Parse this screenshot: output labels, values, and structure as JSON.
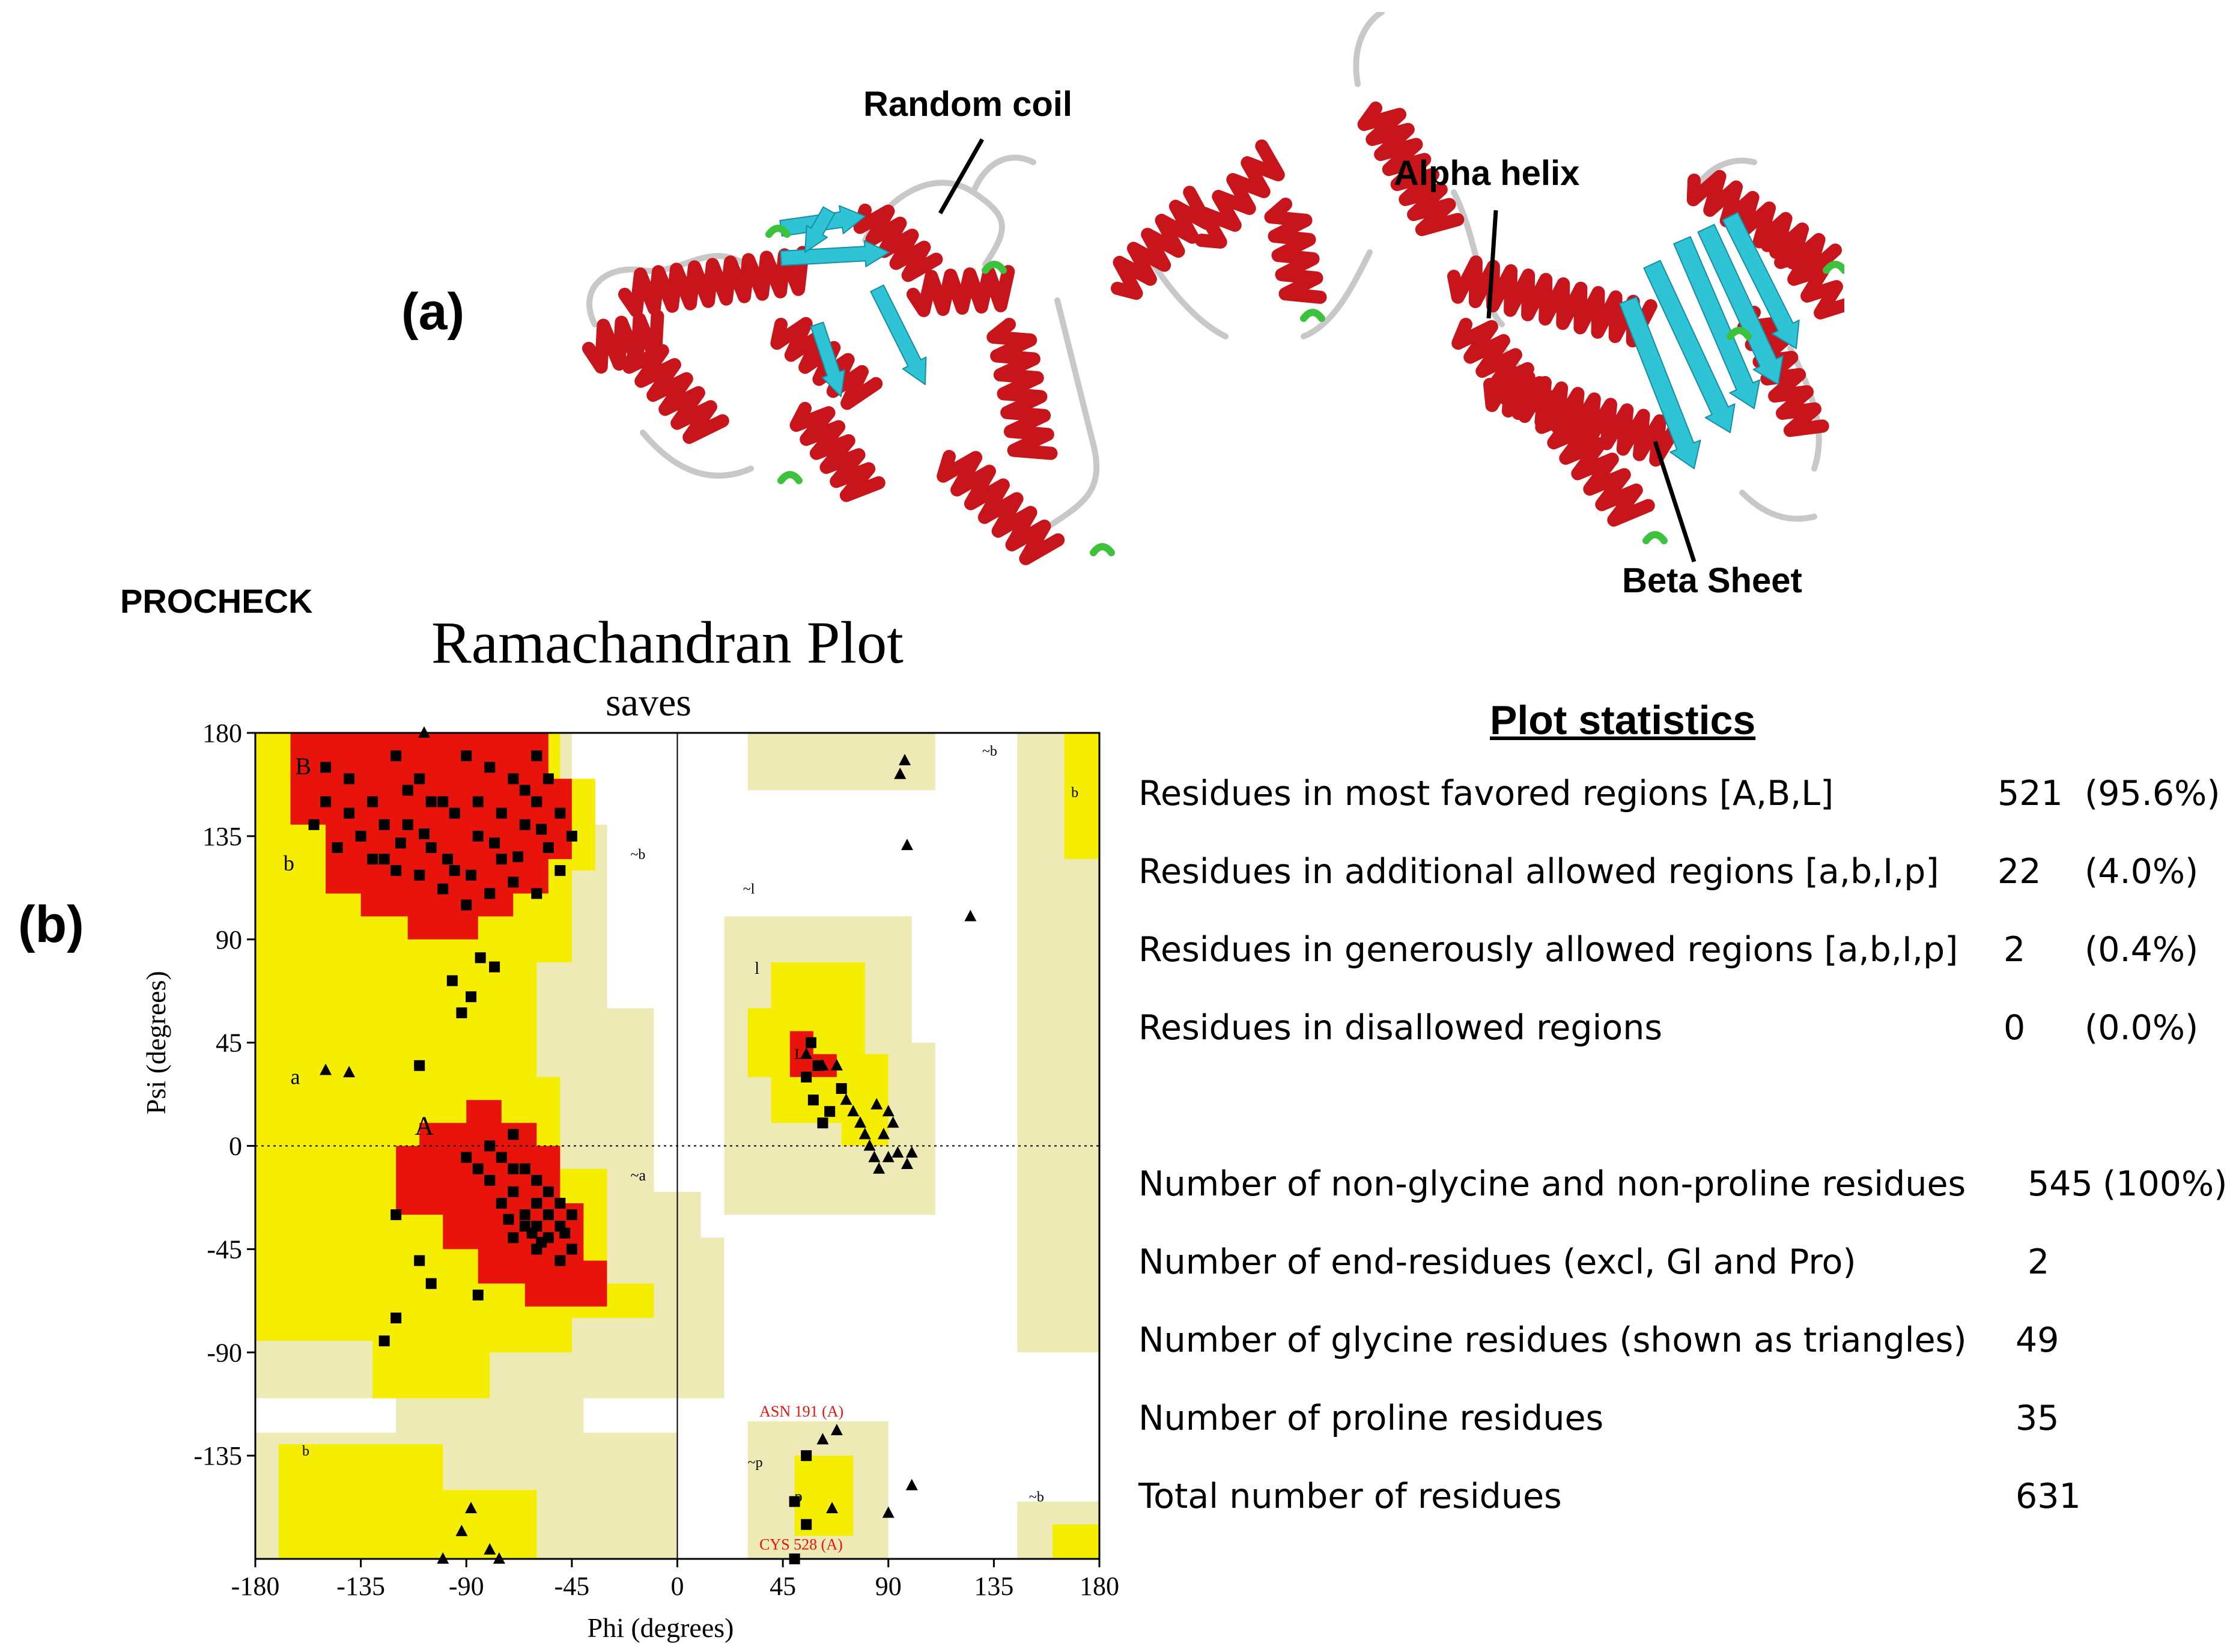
{
  "panel_a": {
    "label": "(a)",
    "callouts": {
      "random_coil": "Random coil",
      "alpha_helix": "Alpha helix",
      "beta_sheet": "Beta Sheet"
    },
    "colors": {
      "helix": "#c8151b",
      "sheet": "#2ec4d6",
      "coil": "#c8c8c8",
      "turn": "#3cc23c"
    }
  },
  "panel_b": {
    "label": "(b)",
    "software": "PROCHECK",
    "plot_title": "Ramachandran Plot",
    "plot_subtitle": "saves",
    "chart_data": {
      "type": "scatter",
      "xlabel": "Phi (degrees)",
      "ylabel": "Psi (degrees)",
      "xlim": [
        -180,
        180
      ],
      "ylim": [
        -180,
        180
      ],
      "x_ticks": [
        "-180",
        "-135",
        "-90",
        "-45",
        "0",
        "45",
        "90",
        "135",
        "180"
      ],
      "y_ticks": [
        "180",
        "135",
        "90",
        "45",
        "0",
        "-45",
        "-90",
        "-135"
      ],
      "region_colors": {
        "most_favoured": "#e8140c",
        "additional": "#f5ee00",
        "generous": "#eeeab5",
        "disallowed": "#ffffff"
      },
      "region_labels": [
        "B",
        "b",
        "A",
        "a",
        "~b",
        "~a",
        "l",
        "~l",
        "L",
        "~b",
        "b",
        "~p",
        "p",
        "~b",
        "b"
      ],
      "labelled_residues": [
        "ASN 191 (A)",
        "CYS 528 (A)"
      ],
      "residues": [
        [
          -150,
          165
        ],
        [
          -140,
          160
        ],
        [
          -130,
          150
        ],
        [
          -120,
          170
        ],
        [
          -110,
          160
        ],
        [
          -100,
          150
        ],
        [
          -90,
          170
        ],
        [
          -80,
          165
        ],
        [
          -70,
          160
        ],
        [
          -60,
          170
        ],
        [
          -155,
          140
        ],
        [
          -145,
          130
        ],
        [
          -135,
          135
        ],
        [
          -125,
          125
        ],
        [
          -115,
          140
        ],
        [
          -105,
          130
        ],
        [
          -95,
          120
        ],
        [
          -85,
          135
        ],
        [
          -75,
          125
        ],
        [
          -65,
          140
        ],
        [
          -55,
          130
        ],
        [
          -50,
          120
        ],
        [
          -60,
          110
        ],
        [
          -70,
          115
        ],
        [
          -80,
          110
        ],
        [
          -90,
          105
        ],
        [
          -100,
          112
        ],
        [
          -110,
          118
        ],
        [
          -120,
          120
        ],
        [
          -130,
          125
        ],
        [
          -140,
          145
        ],
        [
          -150,
          150
        ],
        [
          -60,
          150
        ],
        [
          -55,
          160
        ],
        [
          -50,
          145
        ],
        [
          -45,
          135
        ],
        [
          -65,
          155
        ],
        [
          -75,
          145
        ],
        [
          -85,
          150
        ],
        [
          -95,
          145
        ],
        [
          -105,
          150
        ],
        [
          -115,
          155
        ],
        [
          -125,
          140
        ],
        [
          -98,
          125
        ],
        [
          -88,
          118
        ],
        [
          -78,
          132
        ],
        [
          -68,
          126
        ],
        [
          -58,
          138
        ],
        [
          -108,
          136
        ],
        [
          -118,
          132
        ],
        [
          -84,
          82
        ],
        [
          -96,
          72
        ],
        [
          -88,
          65
        ],
        [
          -78,
          78
        ],
        [
          -92,
          58
        ],
        [
          -110,
          35
        ],
        [
          -70,
          5
        ],
        [
          -80,
          0
        ],
        [
          -75,
          -5
        ],
        [
          -65,
          -10
        ],
        [
          -60,
          -15
        ],
        [
          -70,
          -20
        ],
        [
          -60,
          -25
        ],
        [
          -55,
          -30
        ],
        [
          -65,
          -35
        ],
        [
          -70,
          -40
        ],
        [
          -60,
          -45
        ],
        [
          -55,
          -40
        ],
        [
          -50,
          -35
        ],
        [
          -45,
          -30
        ],
        [
          -50,
          -25
        ],
        [
          -60,
          -35
        ],
        [
          -65,
          -30
        ],
        [
          -75,
          -25
        ],
        [
          -80,
          -15
        ],
        [
          -85,
          -10
        ],
        [
          -90,
          -5
        ],
        [
          -70,
          -10
        ],
        [
          -55,
          -20
        ],
        [
          -45,
          -45
        ],
        [
          -50,
          -50
        ],
        [
          -58,
          -42
        ],
        [
          -62,
          -38
        ],
        [
          -48,
          -38
        ],
        [
          -72,
          -32
        ],
        [
          -120,
          -30
        ],
        [
          -110,
          -50
        ],
        [
          -105,
          -60
        ],
        [
          -120,
          -75
        ],
        [
          -85,
          -65
        ],
        [
          -125,
          -85
        ],
        [
          57,
          45
        ],
        [
          60,
          35
        ],
        [
          55,
          30
        ],
        [
          58,
          20
        ],
        [
          65,
          15
        ],
        [
          70,
          25
        ],
        [
          62,
          10
        ],
        [
          55,
          -135
        ],
        [
          50,
          -155
        ],
        [
          55,
          -165
        ],
        [
          50,
          -180
        ]
      ],
      "glycines": [
        [
          -108,
          180
        ],
        [
          95,
          162
        ],
        [
          97,
          168
        ],
        [
          98,
          131
        ],
        [
          125,
          100
        ],
        [
          -140,
          32
        ],
        [
          -150,
          33
        ],
        [
          55,
          40
        ],
        [
          62,
          35
        ],
        [
          68,
          35
        ],
        [
          72,
          20
        ],
        [
          75,
          15
        ],
        [
          78,
          10
        ],
        [
          80,
          5
        ],
        [
          82,
          0
        ],
        [
          84,
          -5
        ],
        [
          86,
          -10
        ],
        [
          90,
          -5
        ],
        [
          94,
          -3
        ],
        [
          98,
          -8
        ],
        [
          100,
          -3
        ],
        [
          88,
          5
        ],
        [
          92,
          10
        ],
        [
          90,
          15
        ],
        [
          85,
          18
        ],
        [
          62,
          -128
        ],
        [
          68,
          -124
        ],
        [
          66,
          -158
        ],
        [
          100,
          -148
        ],
        [
          90,
          -160
        ],
        [
          -88,
          -158
        ],
        [
          -92,
          -168
        ],
        [
          -80,
          -176
        ],
        [
          -76,
          -180
        ],
        [
          -100,
          -180
        ]
      ]
    },
    "stats": {
      "title": "Plot statistics",
      "rows": [
        {
          "label": "Residues in most favored regions [A,B,L]",
          "count": "521",
          "pct": "(95.6%)"
        },
        {
          "label": "Residues in additional allowed regions [a,b,I,p]",
          "count": "22",
          "pct": "(4.0%)"
        },
        {
          "label": "Residues in generously allowed regions [a,b,I,p]",
          "count": "2",
          "pct": "(0.4%)"
        },
        {
          "label": "Residues in disallowed regions",
          "count": "0",
          "pct": "(0.0%)"
        },
        {
          "label": "Number of non-glycine and non-proline residues",
          "count": "545",
          "pct": "(100%)"
        },
        {
          "label": "Number of end-residues (excl, Gl and Pro)",
          "count": "2",
          "pct": ""
        },
        {
          "label": "Number of glycine residues (shown as triangles)",
          "count": "49",
          "pct": ""
        },
        {
          "label": "Number of proline residues",
          "count": "35",
          "pct": ""
        },
        {
          "label": "Total number of residues",
          "count": "631",
          "pct": ""
        }
      ]
    }
  }
}
